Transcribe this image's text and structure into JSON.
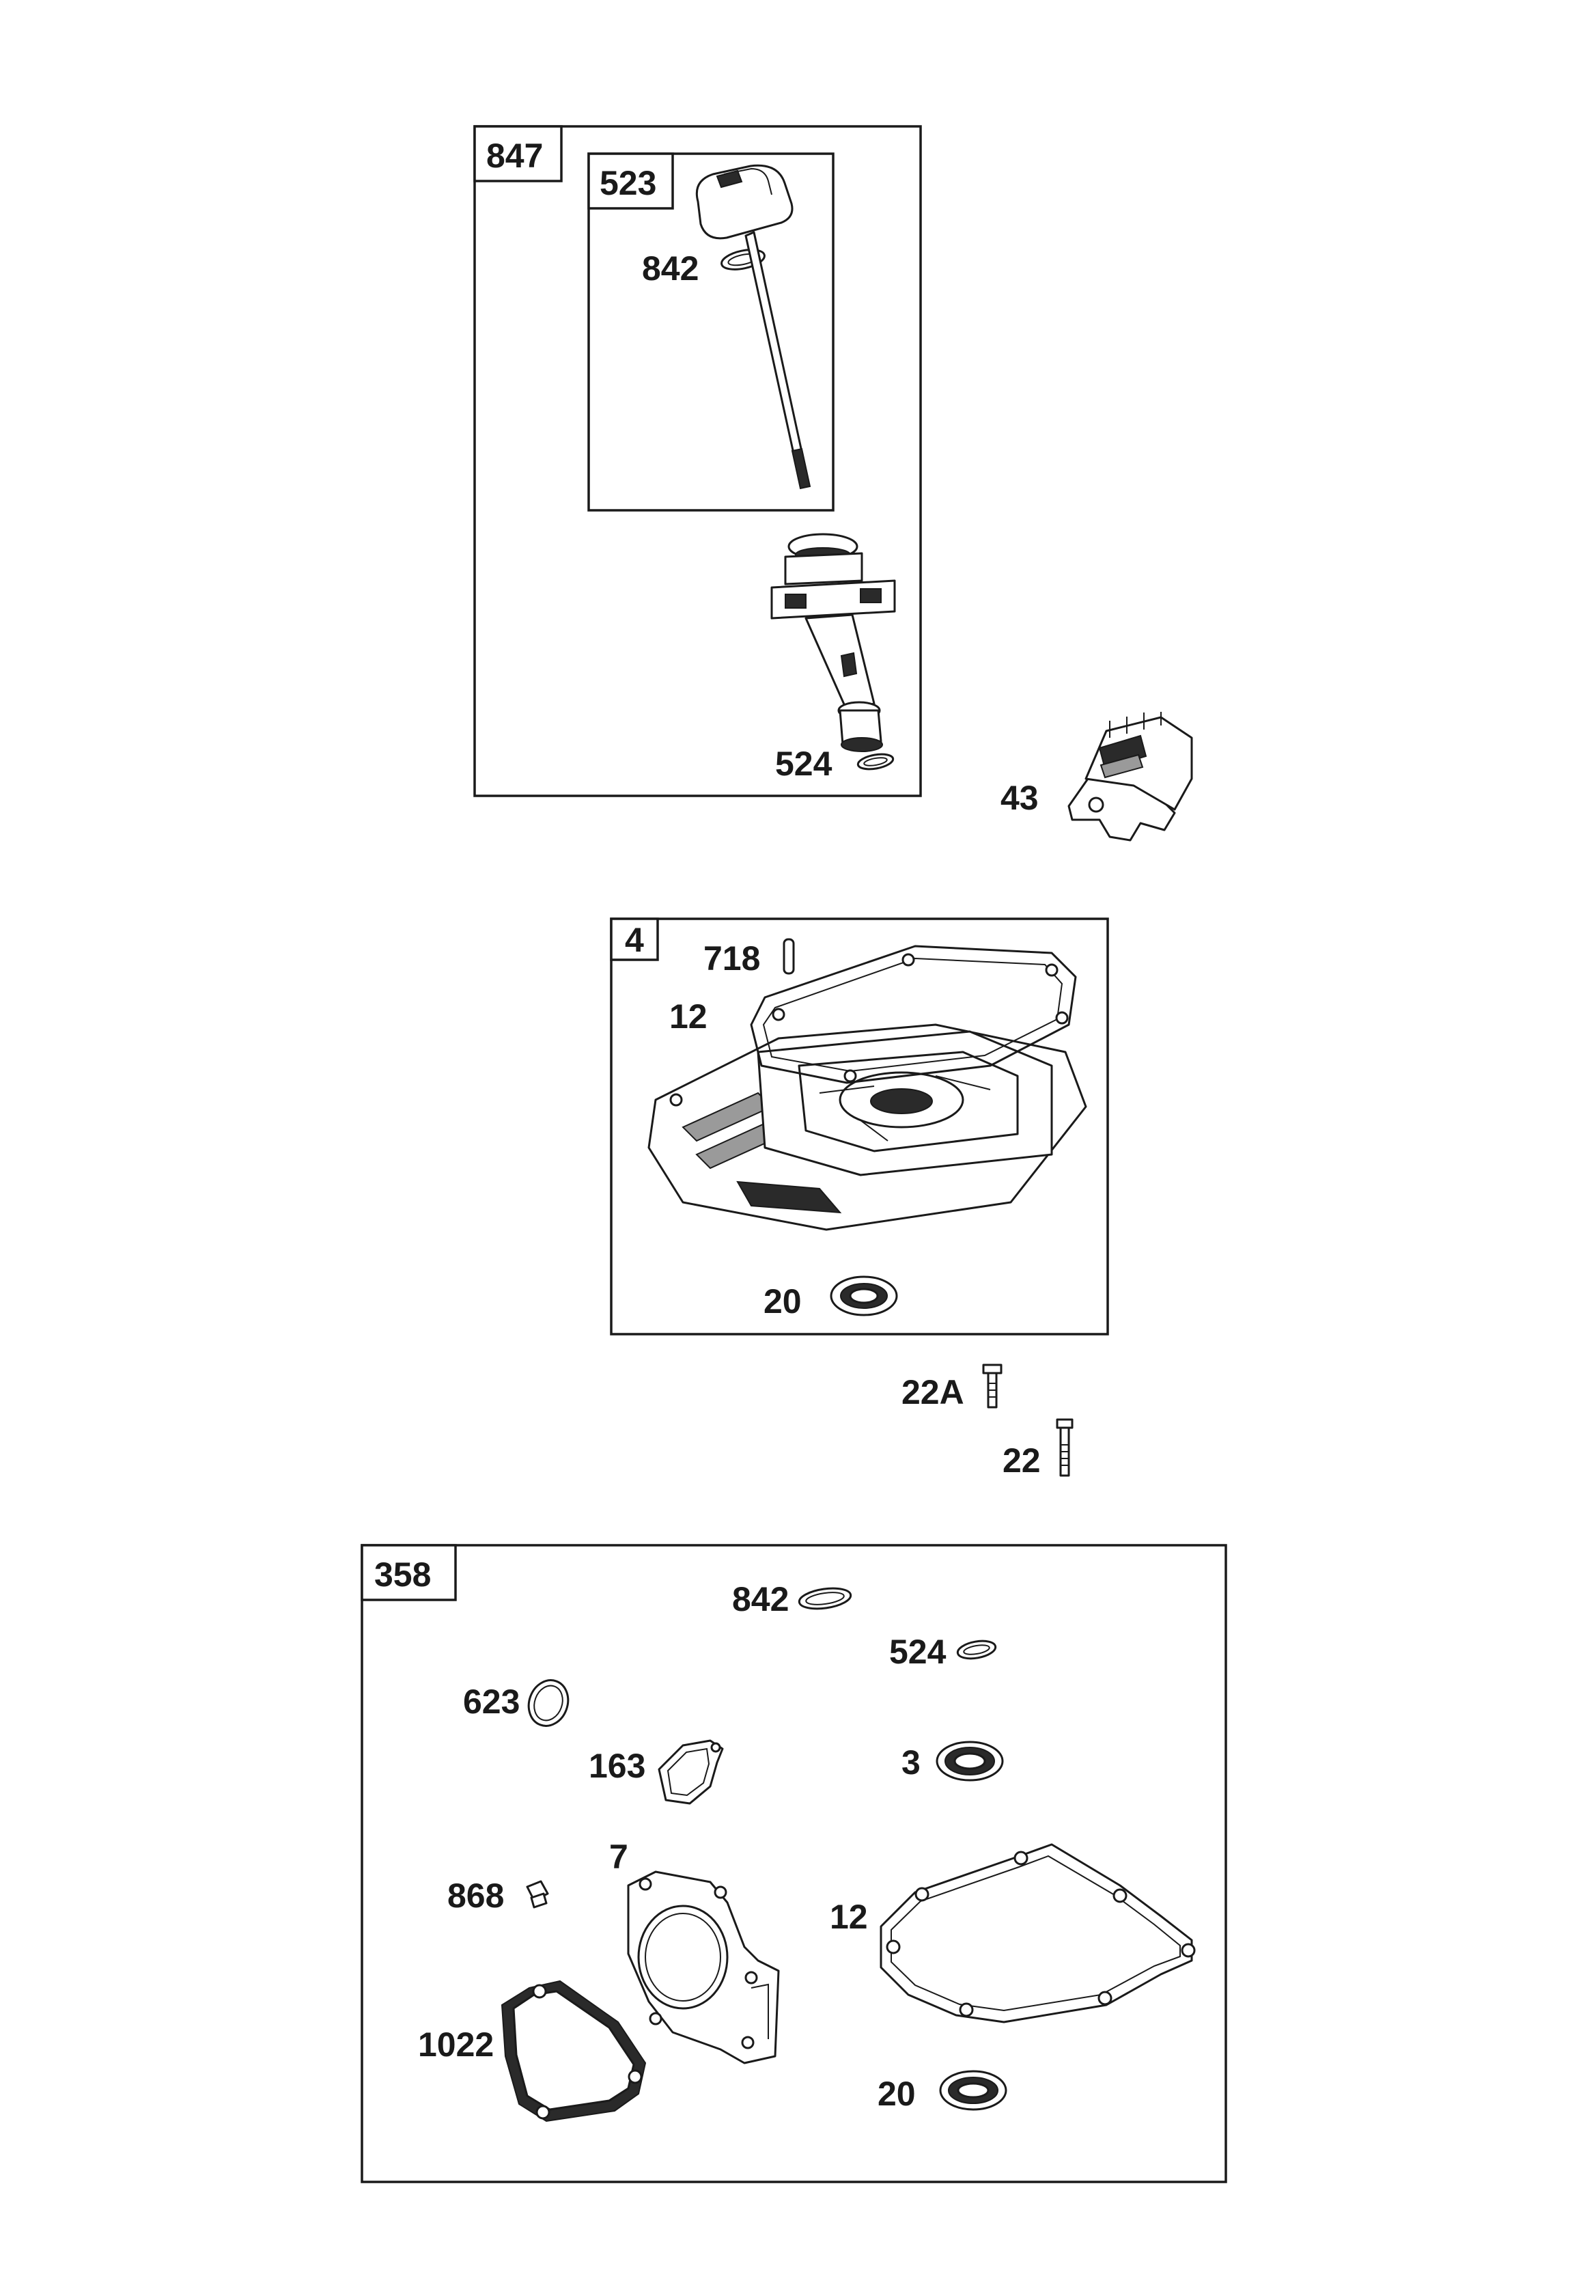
{
  "kits": {
    "k847": "847",
    "k523": "523",
    "k4": "4",
    "k358": "358"
  },
  "callouts": {
    "c842a": "842",
    "c524a": "524",
    "c43": "43",
    "c718": "718",
    "c12a": "12",
    "c20a": "20",
    "c22A": "22A",
    "c22": "22",
    "c842b": "842",
    "c524b": "524",
    "c623": "623",
    "c163": "163",
    "c3": "3",
    "c868": "868",
    "c7": "7",
    "c12b": "12",
    "c1022": "1022",
    "c20b": "20"
  }
}
